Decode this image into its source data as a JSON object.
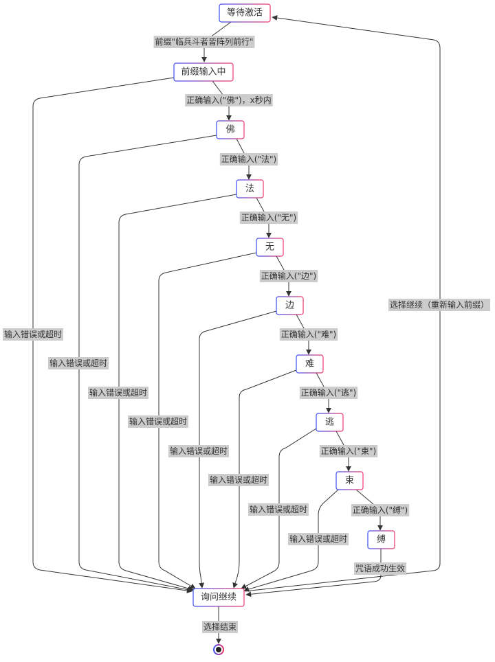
{
  "nodes": {
    "waiting_activation": "等待激活",
    "prefix_input": "前缀输入中",
    "fo": "佛",
    "fa": "法",
    "wu": "无",
    "bian": "边",
    "nan": "难",
    "tao": "逃",
    "shu": "束",
    "fu": "缚",
    "ask_continue": "询问继续"
  },
  "edge_labels": {
    "prefix": "前缀\"临兵斗者皆阵列前行\"",
    "correct_fo": "正确输入(\"佛\")，x秒内",
    "correct_fa": "正确输入(\"法\")",
    "correct_wu": "正确输入(\"无\")",
    "correct_bian": "正确输入(\"边\")",
    "correct_nan": "正确输入(\"难\")",
    "correct_tao": "正确输入(\"逃\")",
    "correct_shu": "正确输入(\"束\")",
    "correct_fu": "正确输入(\"缚\")",
    "success": "咒语成功生效",
    "choose_end": "选择结束",
    "choose_continue": "选择继续（重新输入前缀）",
    "errors": [
      "输入错误或超时",
      "输入错误或超时",
      "输入错误或超时",
      "输入错误或超时",
      "输入错误或超时",
      "输入错误或超时",
      "输入错误或超时",
      "输入错误或超时"
    ]
  },
  "colors": {
    "edge": "#333333",
    "label_background": "#cccccc",
    "node_fill": "#ffffff",
    "node_border_left": "#3a4cf5",
    "node_border_right": "#f0356a",
    "text": "#333333"
  }
}
